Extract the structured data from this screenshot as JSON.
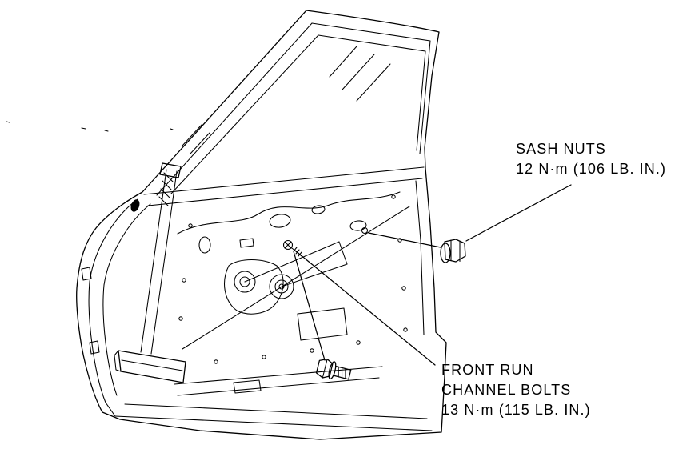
{
  "figure": {
    "background": "#ffffff",
    "line_color": "#000000",
    "subject": "front-door-window-hardware-exploded-drawing"
  },
  "callouts": {
    "sash_nuts": {
      "line1": "SASH NUTS",
      "line2": "12 N·m (106 LB. IN.)"
    },
    "front_run_channel_bolts": {
      "line1": "FRONT RUN",
      "line2": "CHANNEL BOLTS",
      "line3": "13 N·m (115 LB. IN.)"
    }
  }
}
